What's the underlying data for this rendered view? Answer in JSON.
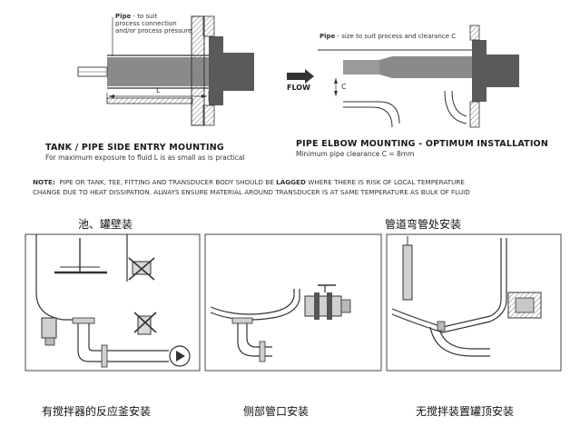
{
  "top_left": {
    "pipe_label": "Pipe",
    "pipe_desc_1": "- to suit",
    "pipe_desc_2": "process connection",
    "pipe_desc_3": "and/or process pressure",
    "dim_label": "L",
    "heading": "TANK / PIPE SIDE ENTRY MOUNTING",
    "subheading": "For maximum exposure to fluid L is as small as is practical"
  },
  "top_right": {
    "pipe_label": "Pipe",
    "pipe_desc": "- size to suit process and clearance C",
    "flow_label": "FLOW",
    "dim_label": "C",
    "heading": "PIPE ELBOW MOUNTING - OPTIMUM INSTALLATION",
    "subheading": "Minimum pipe clearance C = 8mm"
  },
  "note": {
    "prefix": "NOTE:",
    "line1_a": "PIPE OR TANK, TEE, FITTING AND TRANSDUCER BODY SHOULD BE",
    "line1_bold": "LAGGED",
    "line1_b": "WHERE THERE IS RISK OF LOCAL TEMPERATURE",
    "line2": "CHANGE DUE TO HEAT DISSIPATION. ALWAYS ENSURE MATERIAL AROUND TRANSDUCER IS AT SAME TEMPERATURE AS BULK OF FLUID"
  },
  "cn_labels": {
    "tank_wall": "池、罐壁装",
    "pipe_elbow": "管道弯管处安装",
    "stirred_reactor": "有搅拌器的反应釜安装",
    "side_nozzle": "侧部管口安装",
    "no_stirrer_top": "无搅拌装置罐顶安装"
  }
}
